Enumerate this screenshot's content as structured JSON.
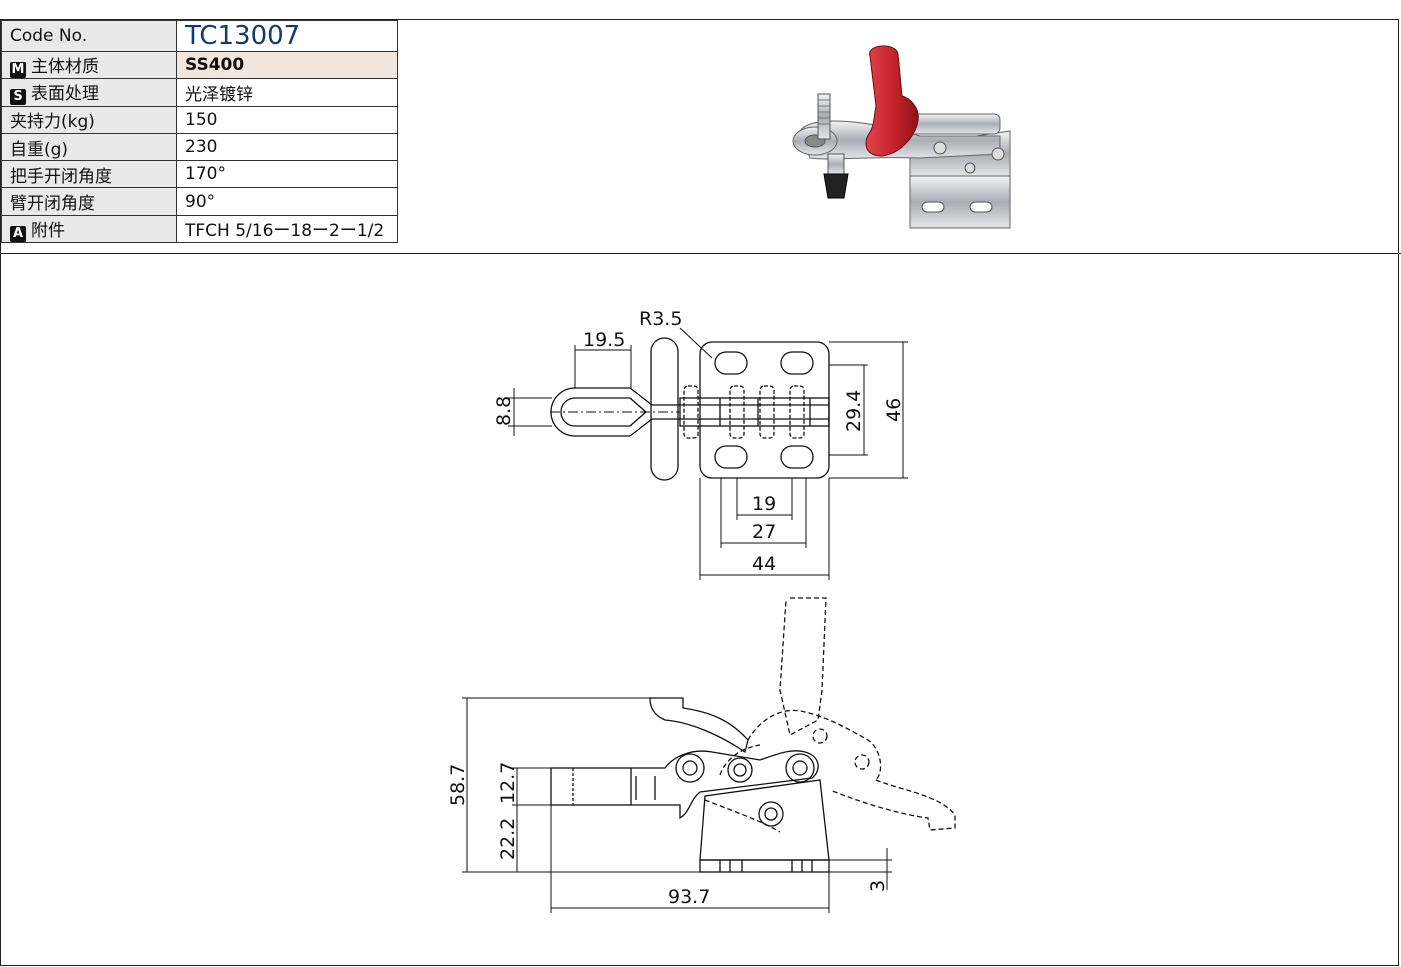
{
  "spec": {
    "code_label": "Code No.",
    "code_value": "TC13007",
    "rows": [
      {
        "badge": "M",
        "label": "主体材质",
        "value": "SS400"
      },
      {
        "badge": "S",
        "label": "表面处理",
        "value": "光泽镀锌"
      },
      {
        "badge": "",
        "label": "夹持力(kg)",
        "value": "150"
      },
      {
        "badge": "",
        "label": "自重(g)",
        "value": "230"
      },
      {
        "badge": "",
        "label": "把手开闭角度",
        "value": "170°"
      },
      {
        "badge": "",
        "label": "臂开闭角度",
        "value": "90°"
      },
      {
        "badge": "A",
        "label": "附件",
        "value": "TFCH 5/16ー18ー2ー1/2"
      }
    ]
  },
  "dims": {
    "r35": "R3.5",
    "d195": "19.5",
    "d88": "8.8",
    "d294": "29.4",
    "d46": "46",
    "d19": "19",
    "d27": "27",
    "d44": "44",
    "d587": "58.7",
    "d127": "12.7",
    "d222": "22.2",
    "d937": "93.7",
    "d3": "3"
  },
  "colors": {
    "handle_red": "#c8242c",
    "metal": "#c9ccd2"
  }
}
